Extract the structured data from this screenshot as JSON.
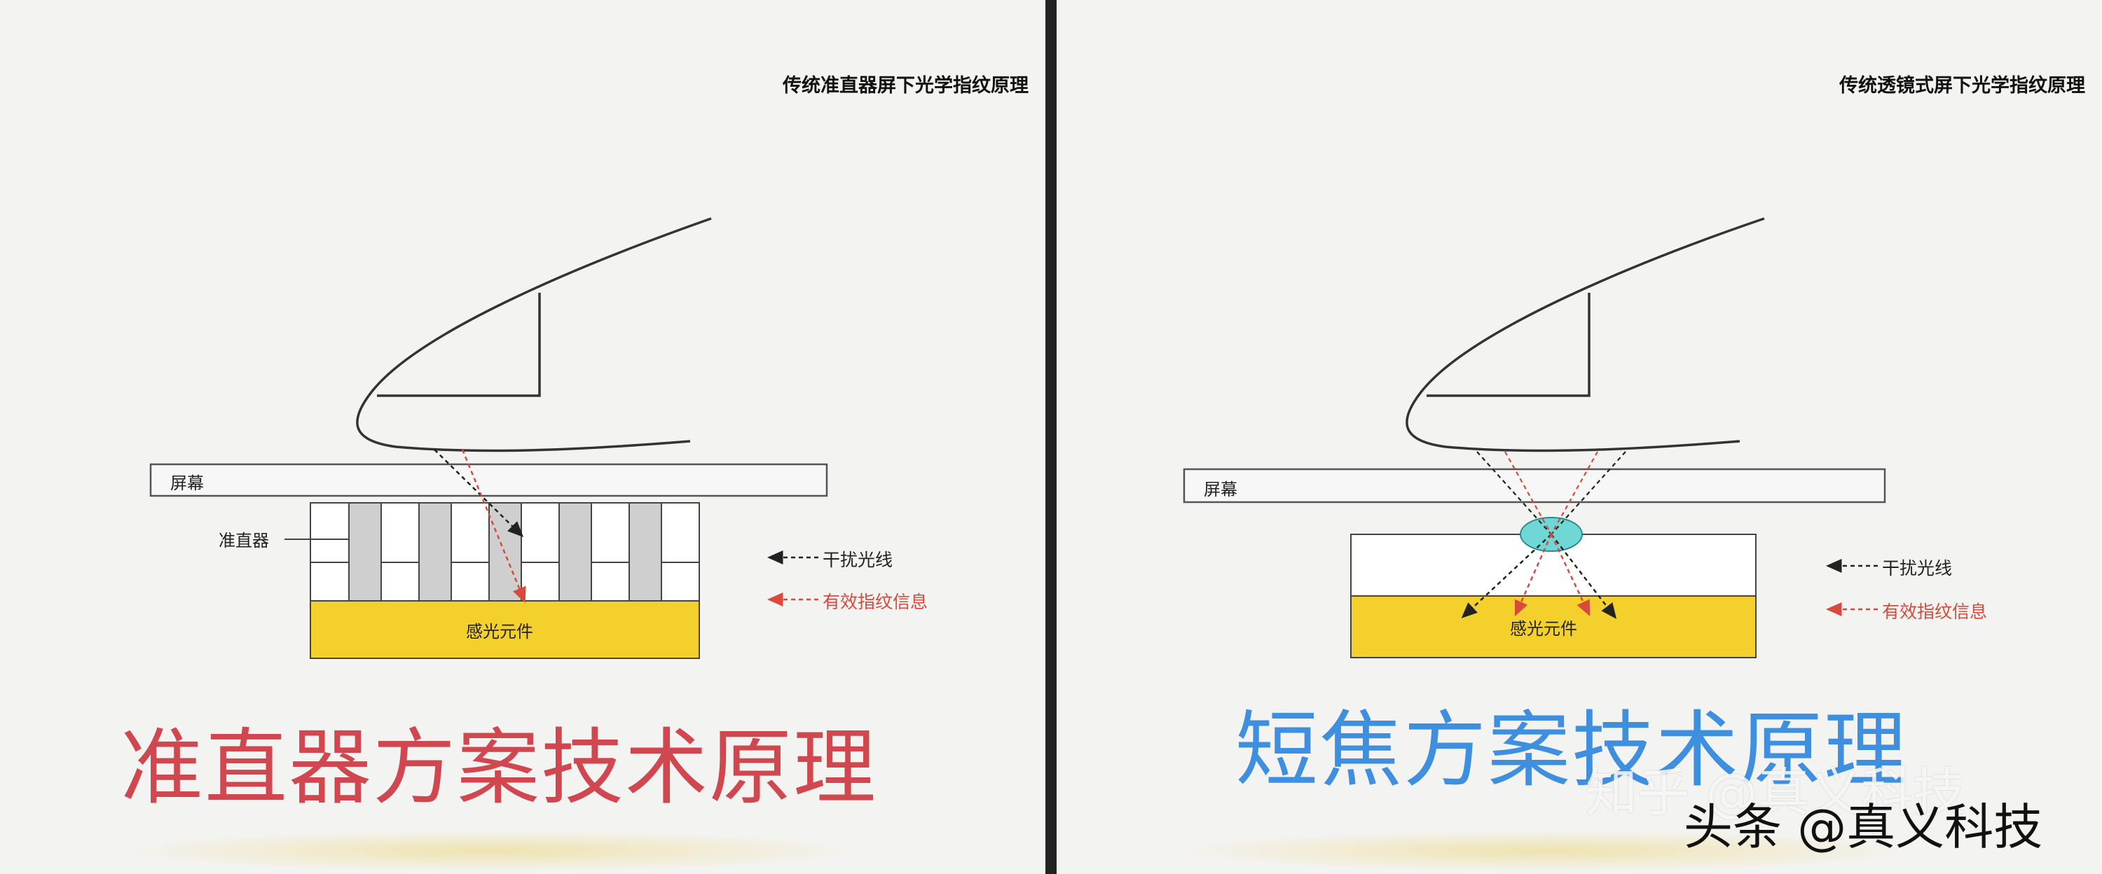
{
  "left_panel": {
    "corner_title": "传统准直器屏下光学指纹原理",
    "screen_label": "屏幕",
    "collimator_label": "准直器",
    "sensor_label": "感光元件",
    "legend_interference": "干扰光线",
    "legend_effective": "有效指纹信息",
    "big_title": "准直器方案技术原理",
    "big_title_color": "#d0474f"
  },
  "right_panel": {
    "corner_title": "传统透镜式屏下光学指纹原理",
    "screen_label": "屏幕",
    "sensor_label": "感光元件",
    "legend_interference": "干扰光线",
    "legend_effective": "有效指纹信息",
    "big_title": "短焦方案技术原理",
    "big_title_color": "#3e8fe0"
  },
  "watermarks": {
    "zhihu": "知乎 @真义科技",
    "toutiao": "头条 @真义科技"
  },
  "colors": {
    "sensor_fill": "#f4d02d",
    "lens_fill": "#6fd8d6",
    "collimator_fill": "#cfcfcf",
    "effective_ray": "#d94a3c",
    "interference_ray": "#222222"
  }
}
